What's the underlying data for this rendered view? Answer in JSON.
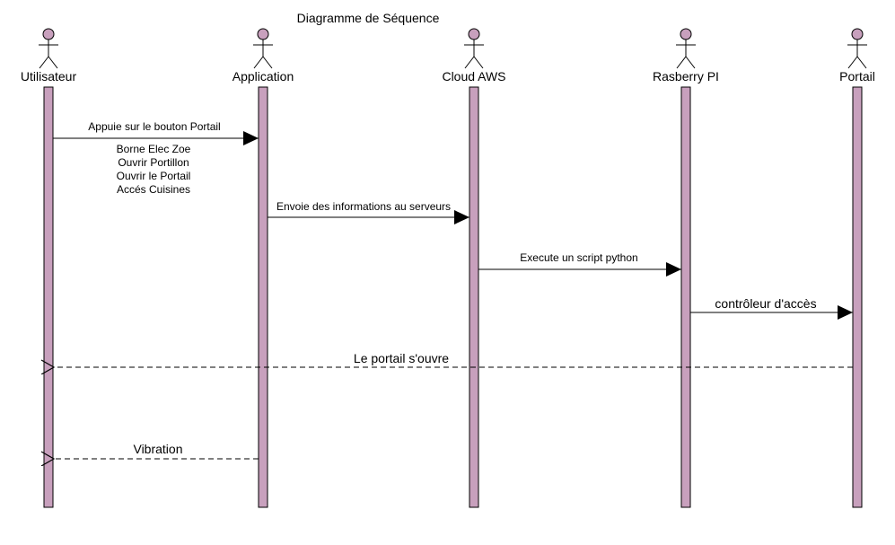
{
  "title": "Diagramme de Séquence",
  "colors": {
    "lifeline_fill": "#c8a0bd",
    "stroke": "#000000",
    "background": "#ffffff"
  },
  "participants": [
    {
      "id": "user",
      "label": "Utilisateur",
      "icon": "actor-icon"
    },
    {
      "id": "app",
      "label": "Application",
      "icon": "actor-icon"
    },
    {
      "id": "cloud",
      "label": "Cloud AWS",
      "icon": "actor-icon"
    },
    {
      "id": "rpi",
      "label": "Rasberry PI",
      "icon": "actor-icon"
    },
    {
      "id": "gate",
      "label": "Portail",
      "icon": "actor-icon"
    }
  ],
  "messages": [
    {
      "from": "user",
      "to": "app",
      "label": "Appuie sur le bouton Portail",
      "style": "solid"
    },
    {
      "from": "app",
      "to": "cloud",
      "label": "Envoie des informations au serveurs",
      "style": "solid"
    },
    {
      "from": "cloud",
      "to": "rpi",
      "label": "Execute un script python",
      "style": "solid"
    },
    {
      "from": "rpi",
      "to": "gate",
      "label": "contrôleur d'accès",
      "style": "solid"
    },
    {
      "from": "gate",
      "to": "user",
      "label": "Le portail s'ouvre",
      "style": "dashed"
    },
    {
      "from": "app",
      "to": "user",
      "label": "Vibration",
      "style": "dashed"
    }
  ],
  "note_lines": [
    "Borne Elec Zoe",
    "Ouvrir Portillon",
    "Ouvrir le Portail",
    "Accés Cuisines"
  ]
}
